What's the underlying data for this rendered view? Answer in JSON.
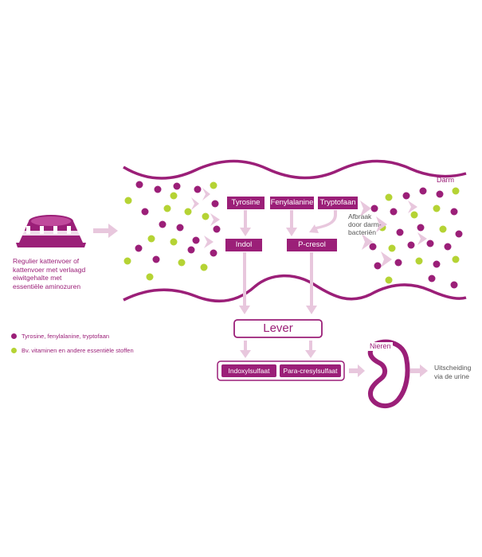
{
  "colors": {
    "purple": "#9b1f78",
    "green": "#b5d334",
    "light_pink": "#e8c7dd",
    "white": "#ffffff"
  },
  "food": {
    "icon": "cat-food-bowl-icon",
    "caption": [
      "Regulier kattenvoer of",
      "kattenvoer met verlaagd",
      "eiwitgehalte met",
      "essentiële aminozuren"
    ]
  },
  "intestine": {
    "label": "Darm"
  },
  "amino_acids": [
    "Tyrosine",
    "Fenylalanine",
    "Tryptofaan"
  ],
  "breakdown_note": [
    "Afbraak",
    "door darm-",
    "bacteriën"
  ],
  "metabolites": [
    "Indol",
    "P-cresol"
  ],
  "liver": {
    "label": "Lever"
  },
  "toxins": [
    "Indoxylsulfaat",
    "Para-cresylsulfaat"
  ],
  "kidneys": {
    "label": "Nieren",
    "icon": "kidney-icon"
  },
  "excretion": [
    "Uitscheiding",
    "via de urine"
  ],
  "legend": [
    {
      "color": "#9b1f78",
      "text": "Tyrosine, fenylalanine, tryptofaan"
    },
    {
      "color": "#b5d334",
      "text": "Bv. vitaminen en andere essentiële stoffen"
    }
  ]
}
